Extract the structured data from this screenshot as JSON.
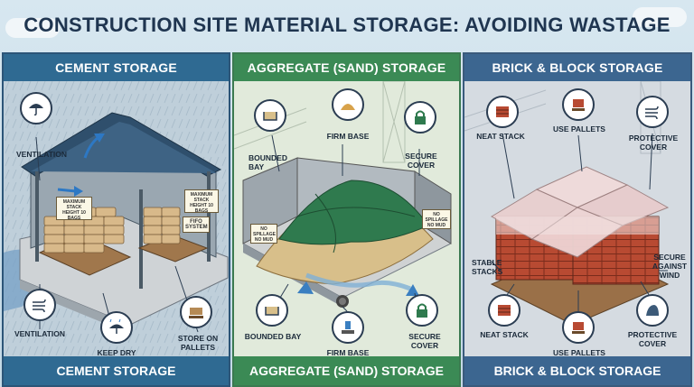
{
  "title": "CONSTRUCTION SITE MATERIAL STORAGE: AVOIDING WASTAGE",
  "colors": {
    "cement_header": "#2f6a92",
    "aggregate_header": "#3b8a55",
    "brick_header": "#3c6690",
    "background": "#cfe0ea"
  },
  "panels": {
    "cement": {
      "header": "CEMENT STORAGE",
      "footer": "CEMENT STORAGE",
      "labels": {
        "ventilation_top": "VENTILATION",
        "ventilation_bottom": "VENTILATION",
        "keep_dry": "KEEP DRY",
        "store_on_pallets": "STORE ON PALLETS"
      },
      "signs": {
        "sign_a": "MAXIMUM STACK HEIGHT 10 BAGS",
        "sign_b": "MAXIMUM STACK HEIGHT 10 BAGS",
        "sign_c": "FIFO SYSTEM"
      },
      "icons": [
        "umbrella-icon",
        "wind-icon",
        "umbrella-rain-icon",
        "pallet-bags-icon"
      ]
    },
    "aggregate": {
      "header": "AGGREGATE (SAND) STORAGE",
      "footer": "AGGREGATE (SAND) STORAGE",
      "labels": {
        "bounded_bay_top": "BOUNDED BAY",
        "firm_base_top": "FIRM BASE",
        "secure_cover_top": "SECURE COVER",
        "bounded_bay_bottom": "BOUNDED BAY",
        "firm_base_bottom": "FIRM BASE",
        "secure_cover_bottom": "SECURE COVER"
      },
      "signs": {
        "sign_a": "NO SPILLAGE NO MUD",
        "sign_b": "NO SPILLAGE NO MUD"
      },
      "icons": [
        "bay-icon",
        "sand-pile-icon",
        "lock-icon",
        "bay-icon",
        "firm-base-icon",
        "lock-icon"
      ]
    },
    "brick": {
      "header": "BRICK & BLOCK STORAGE",
      "footer": "BRICK & BLOCK STORAGE",
      "labels": {
        "neat_stack_top": "NEAT STACK",
        "use_pallets_top": "USE PALLETS",
        "protective_cover_top": "PROTECTIVE COVER",
        "stable_stacks": "STABLE STACKS",
        "secure_against_wind": "SECURE AGAINST WIND",
        "neat_stack_bottom": "NEAT STACK",
        "use_pallets_bottom": "USE PALLETS",
        "protective_cover_bottom": "PROTECTIVE COVER"
      },
      "icons": [
        "brick-icon",
        "pallet-brick-icon",
        "wind-icon",
        "brick-icon",
        "pallet-brick-icon",
        "tarp-icon"
      ]
    }
  }
}
